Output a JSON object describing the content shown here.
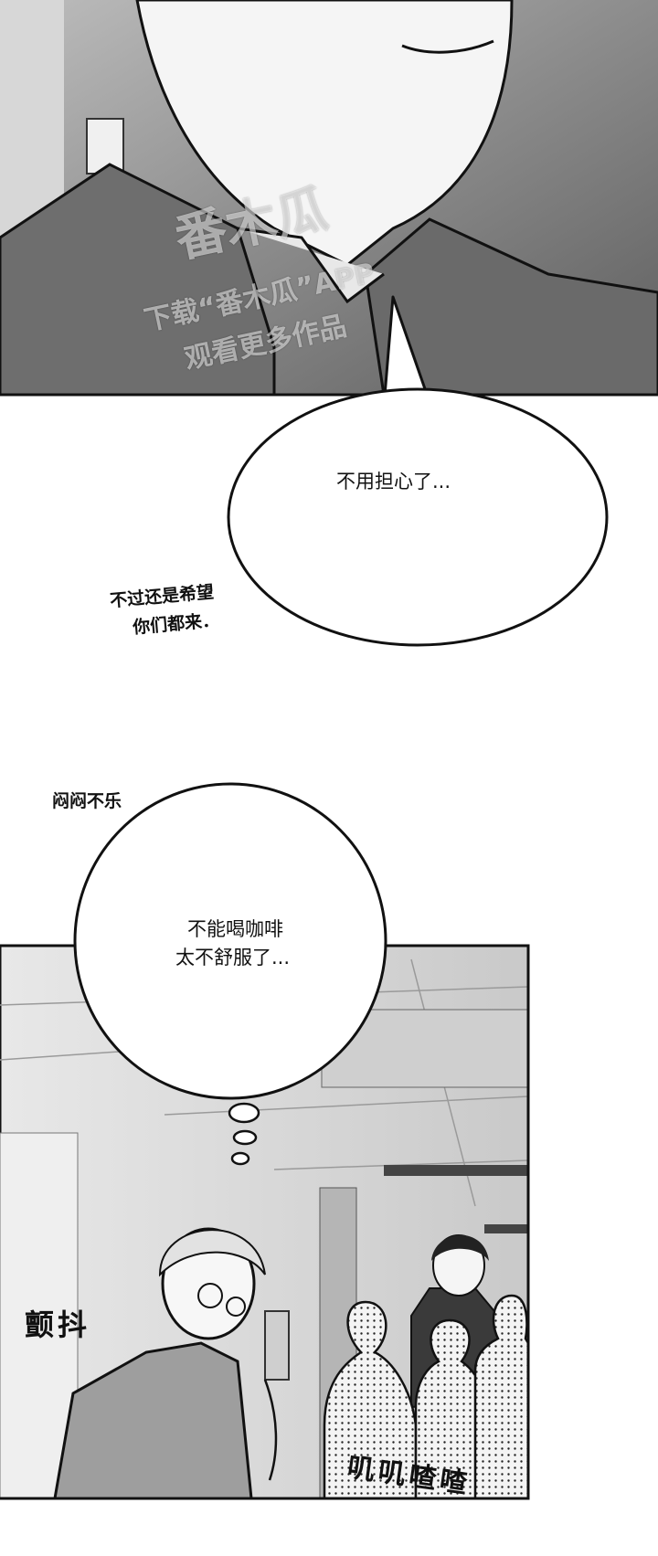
{
  "panels": [
    {
      "id": "panel-1",
      "description_visible_text": []
    },
    {
      "id": "panel-2"
    }
  ],
  "dialogue": {
    "bubble1_text": "不用担心了...",
    "aside1_line1": "不过还是希望",
    "aside1_line2": "你们都来．",
    "sfx_sulky": "闷闷不乐",
    "bubble2_line1": "不能喝咖啡",
    "bubble2_line2": "太不舒服了...",
    "sfx_tremble": "颤抖",
    "sfx_chatter": "叽叽喳喳"
  },
  "watermark": {
    "logo_text": "番木瓜",
    "line1": "下载“番木瓜”APP",
    "line2": "观看更多作品"
  },
  "colors": {
    "ink": "#111111",
    "panel1_bg": "#8a8a8a",
    "panel2_bg": "#d9d9d9"
  }
}
